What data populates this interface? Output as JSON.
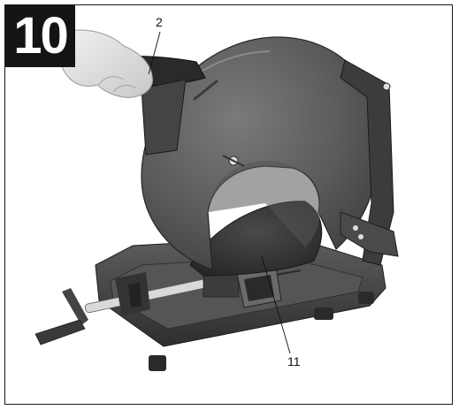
{
  "figure": {
    "step_number": "10",
    "callouts": [
      {
        "id": "2",
        "label": "2"
      },
      {
        "id": "11",
        "label": "11"
      }
    ]
  },
  "colors": {
    "badge_background": "#141414",
    "badge_text": "#ffffff",
    "machine_body": "#4a4a4a",
    "guard": "#5c5c5c",
    "grinding_disc": "#3a3a3a"
  }
}
